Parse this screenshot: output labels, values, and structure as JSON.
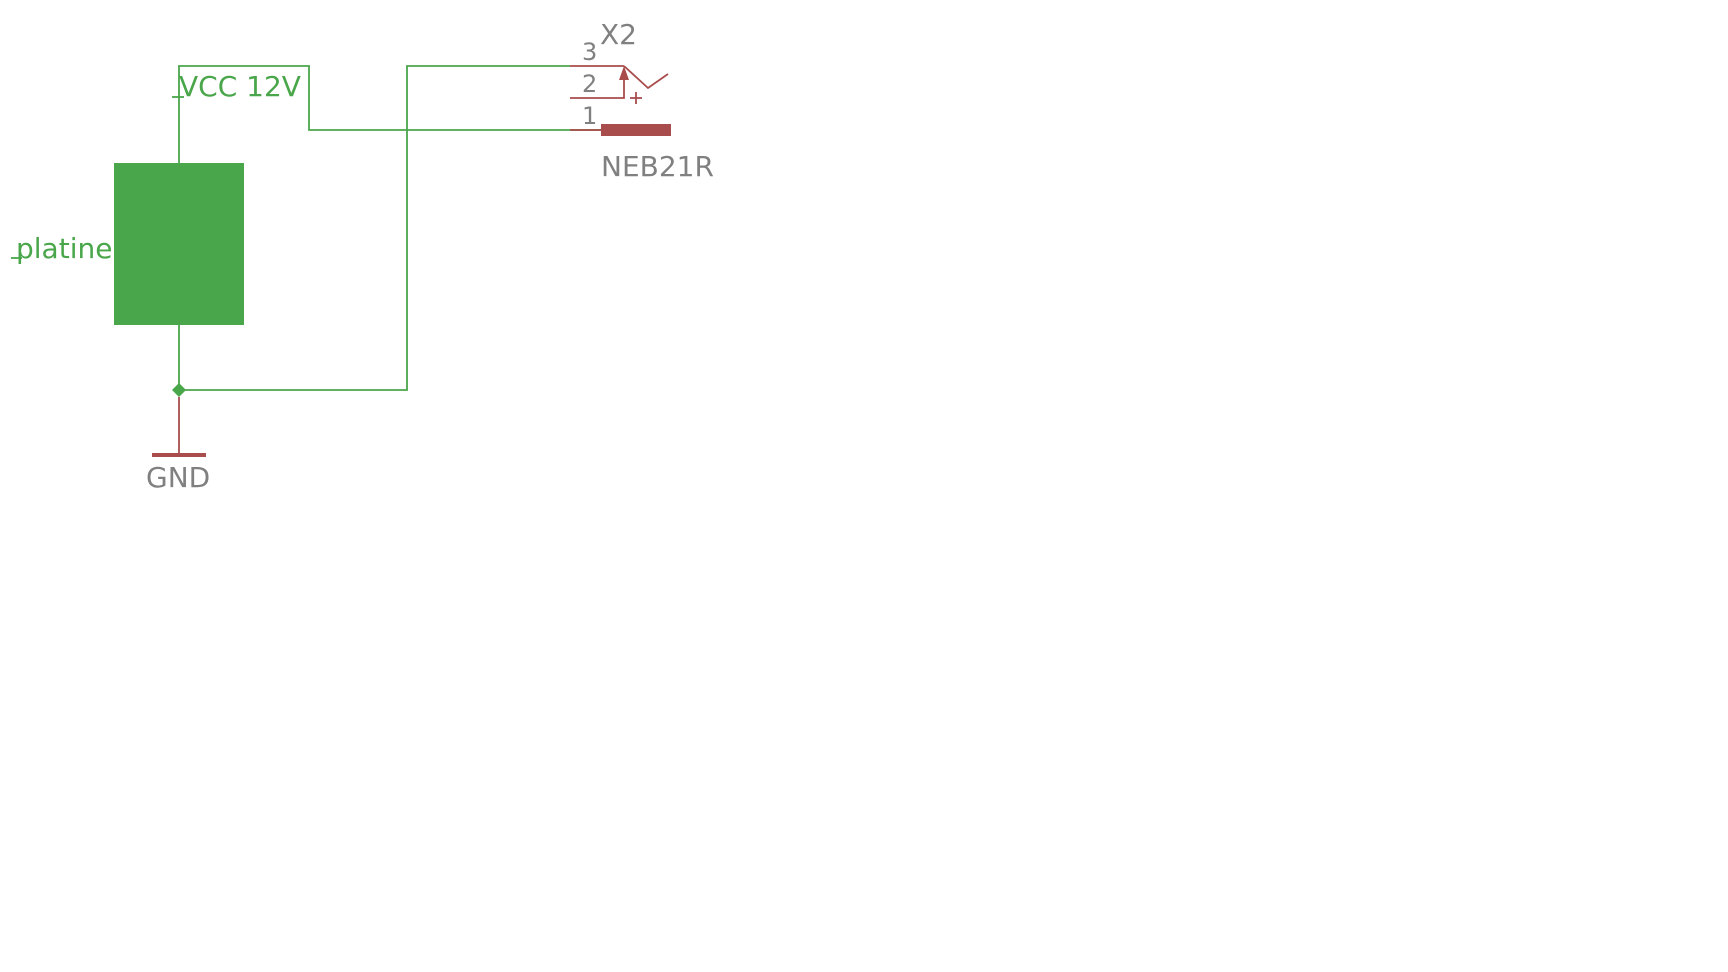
{
  "colors": {
    "net": "#4aa64a",
    "symbol": "#a84c4c",
    "text": "#808080",
    "background": "#ffffff"
  },
  "component_platine": {
    "label": "platine"
  },
  "net_vcc": {
    "label": "VCC 12V"
  },
  "net_gnd": {
    "label": "GND"
  },
  "connector": {
    "name": "X2",
    "value": "NEB21R",
    "pins": [
      "3",
      "2",
      "1"
    ]
  }
}
